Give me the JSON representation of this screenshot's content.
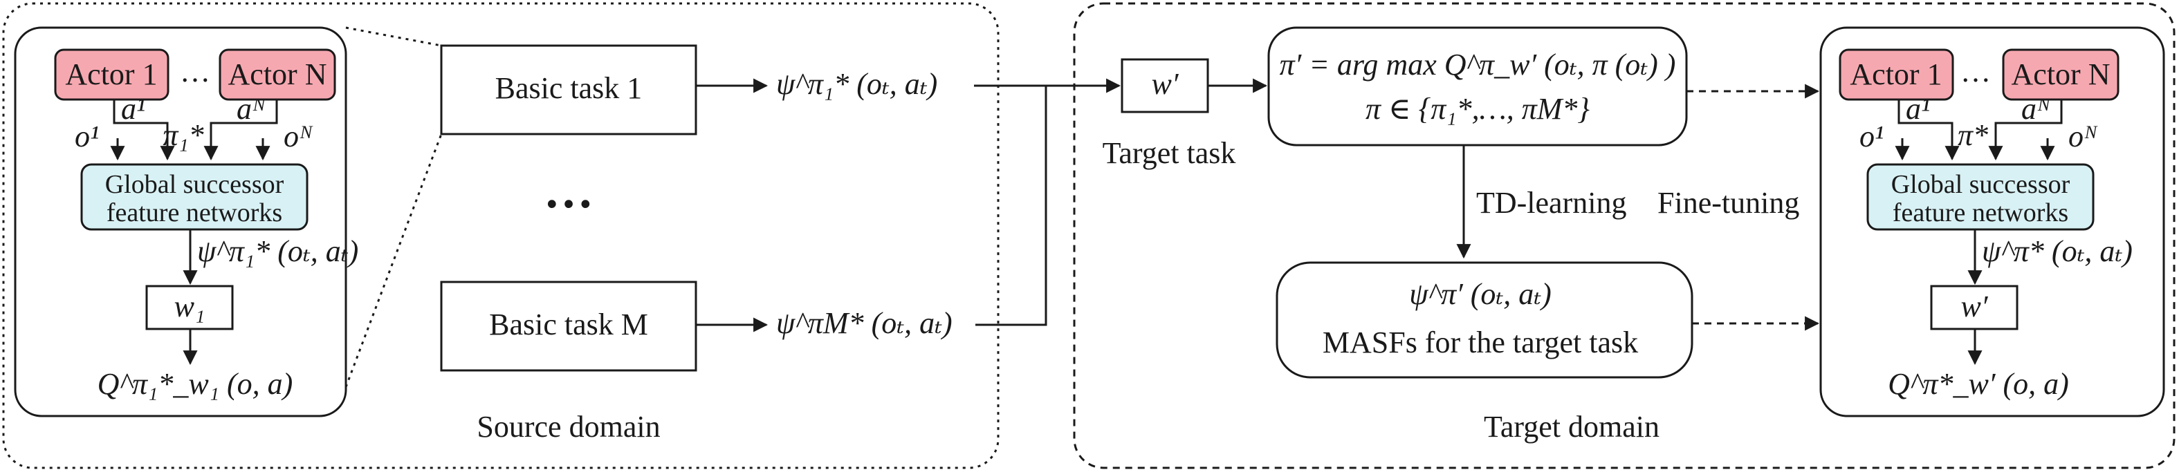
{
  "diagram": {
    "source_panel": {
      "actor_1": "Actor 1",
      "actor_ellipsis": "…",
      "actor_n": "Actor N",
      "a1": "a¹",
      "pi1_star": "π₁*",
      "aN": "aᴺ",
      "o1": "o¹",
      "oN": "oᴺ",
      "gsf_line1": "Global successor",
      "gsf_line2": "feature networks",
      "psi": "ψ^π₁* (oₜ, aₜ)",
      "w": "w₁",
      "q": "Q^π₁*_w₁ (o, a)"
    },
    "basic_task_1": "Basic task 1",
    "basic_task_ellipsis": "…",
    "basic_task_m": "Basic task M",
    "psi_1": "ψ^π₁* (oₜ, aₜ)",
    "psi_m": "ψ^πM* (oₜ, aₜ)",
    "source_domain_label": "Source domain",
    "target_weight": "w′",
    "target_task_label": "Target task",
    "policy_line1": "π′ = arg max Q^π_w′ (oₜ, π (oₜ) )",
    "policy_line2": "π ∈ {π₁*,…, πM*}",
    "td_learning": "TD-learning",
    "fine_tuning": "Fine-tuning",
    "masf_psi": "ψ^π′ (oₜ, aₜ)",
    "masf_label": "MASFs for the target task",
    "target_panel": {
      "actor_1": "Actor 1",
      "actor_ellipsis": "…",
      "actor_n": "Actor N",
      "a1": "a¹",
      "pi_star": "π*",
      "aN": "aᴺ",
      "o1": "o¹",
      "oN": "oᴺ",
      "gsf_line1": "Global successor",
      "gsf_line2": "feature networks",
      "psi": "ψ^π* (oₜ, aₜ)",
      "w": "w′",
      "q": "Q^π*_w′ (o, a)"
    },
    "target_domain_label": "Target domain"
  }
}
